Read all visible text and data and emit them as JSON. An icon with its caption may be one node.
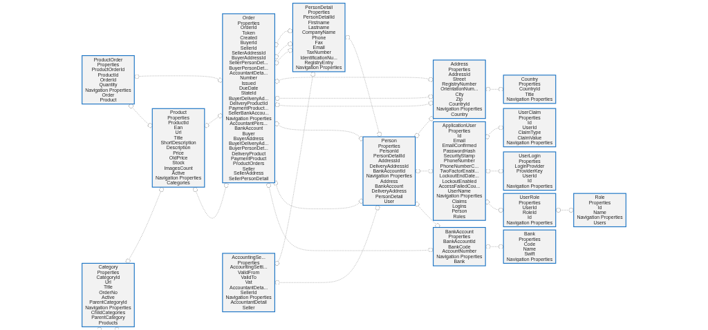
{
  "diagram": {
    "nodes": [
      {
        "text": [
          "AccountingSe...",
          "Properties",
          "AccountingSetti...",
          "ValidFrom",
          "ValidTo",
          "Vat",
          "AccountantDeta...",
          "SellerId",
          "Navigation Properties",
          "AccountantDetail",
          "Seller"
        ]
      },
      {
        "text": [
          "ProductOrder",
          "Properties",
          "ProductOrderId",
          "ProductId",
          "OrderId",
          "Quantity",
          "Navigation Properties",
          "Order",
          "Product"
        ]
      },
      {
        "text": [
          "Order",
          "Properties",
          "OrderId",
          "Token",
          "Created",
          "BuyerId",
          "SellerId",
          "SellerAddressId",
          "BuyerAddressId",
          "SellerPersonDet...",
          "BuyerPersonDet...",
          "AccountantDeta...",
          "Number",
          "Issued",
          "DueDate",
          "StateId",
          "BuyerDeliveryAd...",
          "DeliveryProductId",
          "PaymentProduct...",
          "SellerBankAccou...",
          "Navigation Properties",
          "AccountantPers...",
          "BankAccount",
          "Buyer",
          "BuyerAddress",
          "BuyerDeliveryAd...",
          "BuyerPersonDet...",
          "DeliveryProduct",
          "PaymentProduct",
          "ProductOrders",
          "Seller",
          "SellerAddress",
          "SellerPersonDetail"
        ]
      },
      {
        "text": [
          "Country",
          "Properties",
          "CountryId",
          "Title",
          "Navigation Properties"
        ]
      },
      {
        "text": [
          "ApplicationUser",
          "Properties",
          "Id",
          "Email",
          "EmailConfirmed",
          "PasswordHash",
          "SecurityStamp",
          "PhoneNumber",
          "PhoneNumberC...",
          "TwoFactorEnabl...",
          "LockoutEndDate...",
          "LockoutEnabled",
          "AccessFailedCou...",
          "UserName",
          "Navigation Properties",
          "Claims",
          "Logins",
          "Person",
          "Roles"
        ]
      },
      {
        "text": [
          "UserClaim",
          "Properties",
          "Id",
          "UserId",
          "ClaimType",
          "ClaimValue",
          "Navigation Properties"
        ]
      },
      {
        "text": [
          "Address",
          "Properties",
          "AddressId",
          "Street",
          "RegistryNumber",
          "OrientationNum...",
          "City",
          "Zip",
          "CountryId",
          "Navigation Properties",
          "Country"
        ]
      },
      {
        "text": [
          "UserLogin",
          "Properties",
          "LoginProvider",
          "ProviderKey",
          "UserId",
          "Id",
          "Navigation Properties"
        ]
      },
      {
        "text": [
          "UserRole",
          "Properties",
          "UserId",
          "RoleId",
          "Id",
          "Navigation Properties"
        ]
      },
      {
        "text": [
          "Category",
          "Properties",
          "CategoryId",
          "Url",
          "Title",
          "OrderNo",
          "Active",
          "ParentCategoryId",
          "Navigation Properties",
          "ChildCategories",
          "ParentCategory",
          "Products"
        ]
      },
      {
        "text": [
          "Product",
          "Properties",
          "ProductId",
          "Ean",
          "Url",
          "Title",
          "ShortDescription",
          "Description",
          "Price",
          "OldPrice",
          "Stock",
          "ImagesCount",
          "Active",
          "Navigation Properties",
          "Categories"
        ]
      },
      {
        "text": [
          "PersonDetail",
          "Properties",
          "PersonDetailId",
          "Firstname",
          "Lastname",
          "CompanyName",
          "Phone",
          "Fax",
          "Email",
          "TaxNumber",
          "IdentificationNu...",
          "RegistryEntry",
          "Navigation Properties"
        ]
      },
      {
        "text": [
          "Person",
          "Properties",
          "PersonId",
          "PersonDetailId",
          "AddressId",
          "DeliveryAddressId",
          "BankAccountId",
          "Navigation Properties",
          "Address",
          "BankAccount",
          "DeliveryAddress",
          "PersonDetail",
          "User"
        ]
      },
      {
        "text": [
          "BankAccount",
          "Properties",
          "BankAccountId",
          "BankCode",
          "AccountNumber",
          "Navigation Properties",
          "Bank"
        ]
      },
      {
        "text": [
          "Bank",
          "Properties",
          "Code",
          "Name",
          "Swift",
          "Navigation Properties"
        ]
      },
      {
        "text": [
          "Role",
          "Properties",
          "Id",
          "Name",
          "Navigation Properties",
          "Users"
        ]
      }
    ],
    "edges": [
      {
        "from": 0,
        "to": 11,
        "arrow": "other"
      },
      {
        "from": 0,
        "to": 12,
        "arrow": "other"
      },
      {
        "from": 1,
        "to": 2,
        "arrow": "other"
      },
      {
        "from": 1,
        "to": 10,
        "arrow": "other"
      },
      {
        "from": 9,
        "to": 10,
        "arrow": "other"
      },
      {
        "from": 9,
        "to": 9,
        "arrow": "other"
      },
      {
        "from": 10,
        "to": 2,
        "arrow": "other"
      },
      {
        "from": 10,
        "to": 2,
        "arrow": "other"
      },
      {
        "from": 2,
        "to": 11,
        "arrow": "other"
      },
      {
        "from": 2,
        "to": 11,
        "arrow": "other"
      },
      {
        "from": 2,
        "to": 11,
        "arrow": "other"
      },
      {
        "from": 2,
        "to": 6,
        "arrow": "other"
      },
      {
        "from": 2,
        "to": 6,
        "arrow": "other"
      },
      {
        "from": 2,
        "to": 6,
        "arrow": "other"
      },
      {
        "from": 2,
        "to": 12,
        "arrow": "other"
      },
      {
        "from": 2,
        "to": 12,
        "arrow": "other"
      },
      {
        "from": 2,
        "to": 13,
        "arrow": "other"
      },
      {
        "from": 11,
        "to": 12,
        "arrow": "other"
      },
      {
        "from": 12,
        "to": 6,
        "arrow": "other"
      },
      {
        "from": 12,
        "to": 4,
        "arrow": "other"
      },
      {
        "from": 12,
        "to": 13,
        "arrow": "other"
      },
      {
        "from": 6,
        "to": 3,
        "arrow": "other"
      },
      {
        "from": 13,
        "to": 14,
        "arrow": "other"
      },
      {
        "from": 4,
        "to": 5,
        "arrow": "other"
      },
      {
        "from": 4,
        "to": 7,
        "arrow": "other"
      },
      {
        "from": 4,
        "to": 8,
        "arrow": "other"
      },
      {
        "from": 8,
        "to": 15,
        "arrow": "other"
      }
    ]
  }
}
